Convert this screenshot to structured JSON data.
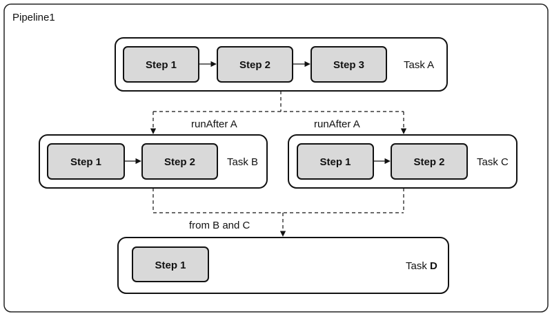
{
  "pipeline": {
    "title": "Pipeline1"
  },
  "tasks": {
    "a": {
      "label": "Task A",
      "steps": [
        "Step 1",
        "Step 2",
        "Step 3"
      ]
    },
    "b": {
      "label": "Task B",
      "steps": [
        "Step 1",
        "Step 2"
      ]
    },
    "c": {
      "label": "Task C",
      "steps": [
        "Step 1",
        "Step 2"
      ]
    },
    "d": {
      "label_prefix": "Task ",
      "label_strong": "D",
      "steps": [
        "Step 1"
      ]
    }
  },
  "edges": {
    "a_to_b": "runAfter A",
    "a_to_c": "runAfter A",
    "bc_to_d": "from B and C"
  }
}
